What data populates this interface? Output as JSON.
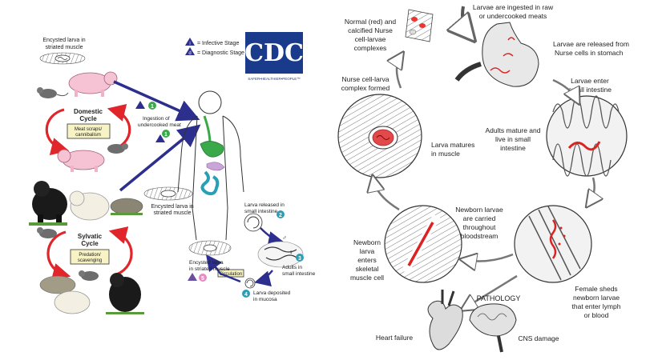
{
  "left_panel": {
    "legend": {
      "infective_marker": "i",
      "infective": "= Infective Stage",
      "diagnostic_marker": "d",
      "diagnostic": "= Diagnostic Stage"
    },
    "logo": {
      "text": "CDC",
      "tagline": "SAFER•HEALTHIER•PEOPLE™"
    },
    "encysted_top": [
      "Encysted larva in",
      "striated muscle"
    ],
    "domestic_title": [
      "Domestic",
      "Cycle"
    ],
    "domestic_box": [
      "Meat scraps/",
      "cannibalism"
    ],
    "sylvatic_title": [
      "Sylvatic",
      "Cycle"
    ],
    "sylvatic_box": [
      "Predation/",
      "scavenging"
    ],
    "encysted_mid": [
      "Encysted larva in",
      "striated muscle"
    ],
    "step1": [
      "Ingestion of",
      "undercooked meat"
    ],
    "step2": [
      "Larva released in",
      "small intestine"
    ],
    "step3": [
      "Adults in",
      "small intestine"
    ],
    "step4": [
      "Larva deposited",
      "in mucosa"
    ],
    "step5": [
      "Encysted larva",
      "in striated muscle"
    ],
    "circulation": "Circulation",
    "nums": {
      "n1": "1",
      "n2": "2",
      "n3": "3",
      "n4": "4",
      "n5": "5"
    },
    "sex_symbols": {
      "male": "♂",
      "female": "♀"
    },
    "colors": {
      "arrow_blue": "#2d2f8f",
      "cycle_red": "#e0262a",
      "stage_green": "#3aa94a",
      "stage_teal": "#2a9fb4",
      "stage_purple": "#6a4fa0",
      "stage_pink": "#e58bc3"
    }
  },
  "right_panel": {
    "nurse_complexes": [
      "Normal (red) and",
      "calcified Nurse",
      "cell-larvae",
      "complexes"
    ],
    "ingested": [
      "Larvae are ingested in raw",
      "or undercooked meats"
    ],
    "released": [
      "Larvae are released from",
      "Nurse cells in stomach"
    ],
    "enter_si": [
      "Larvae enter",
      "small intestine"
    ],
    "adults": [
      "Adults mature and",
      "live in small",
      "intestine"
    ],
    "complex_formed": [
      "Nurse cell-larva",
      "complex formed"
    ],
    "matures": [
      "Larva matures",
      "in muscle"
    ],
    "carried": [
      "Newborn larvae",
      "are carried",
      "throughout",
      "bloodstream"
    ],
    "newborn_enters": [
      "Newborn",
      "larva",
      "enters",
      "skeletal",
      "muscle cell"
    ],
    "pathology": "PATHOLOGY",
    "female_sheds": [
      "Female sheds",
      "newborn larvae",
      "that enter lymph",
      "or blood"
    ],
    "heart": "Heart failure",
    "cns": "CNS damage"
  }
}
